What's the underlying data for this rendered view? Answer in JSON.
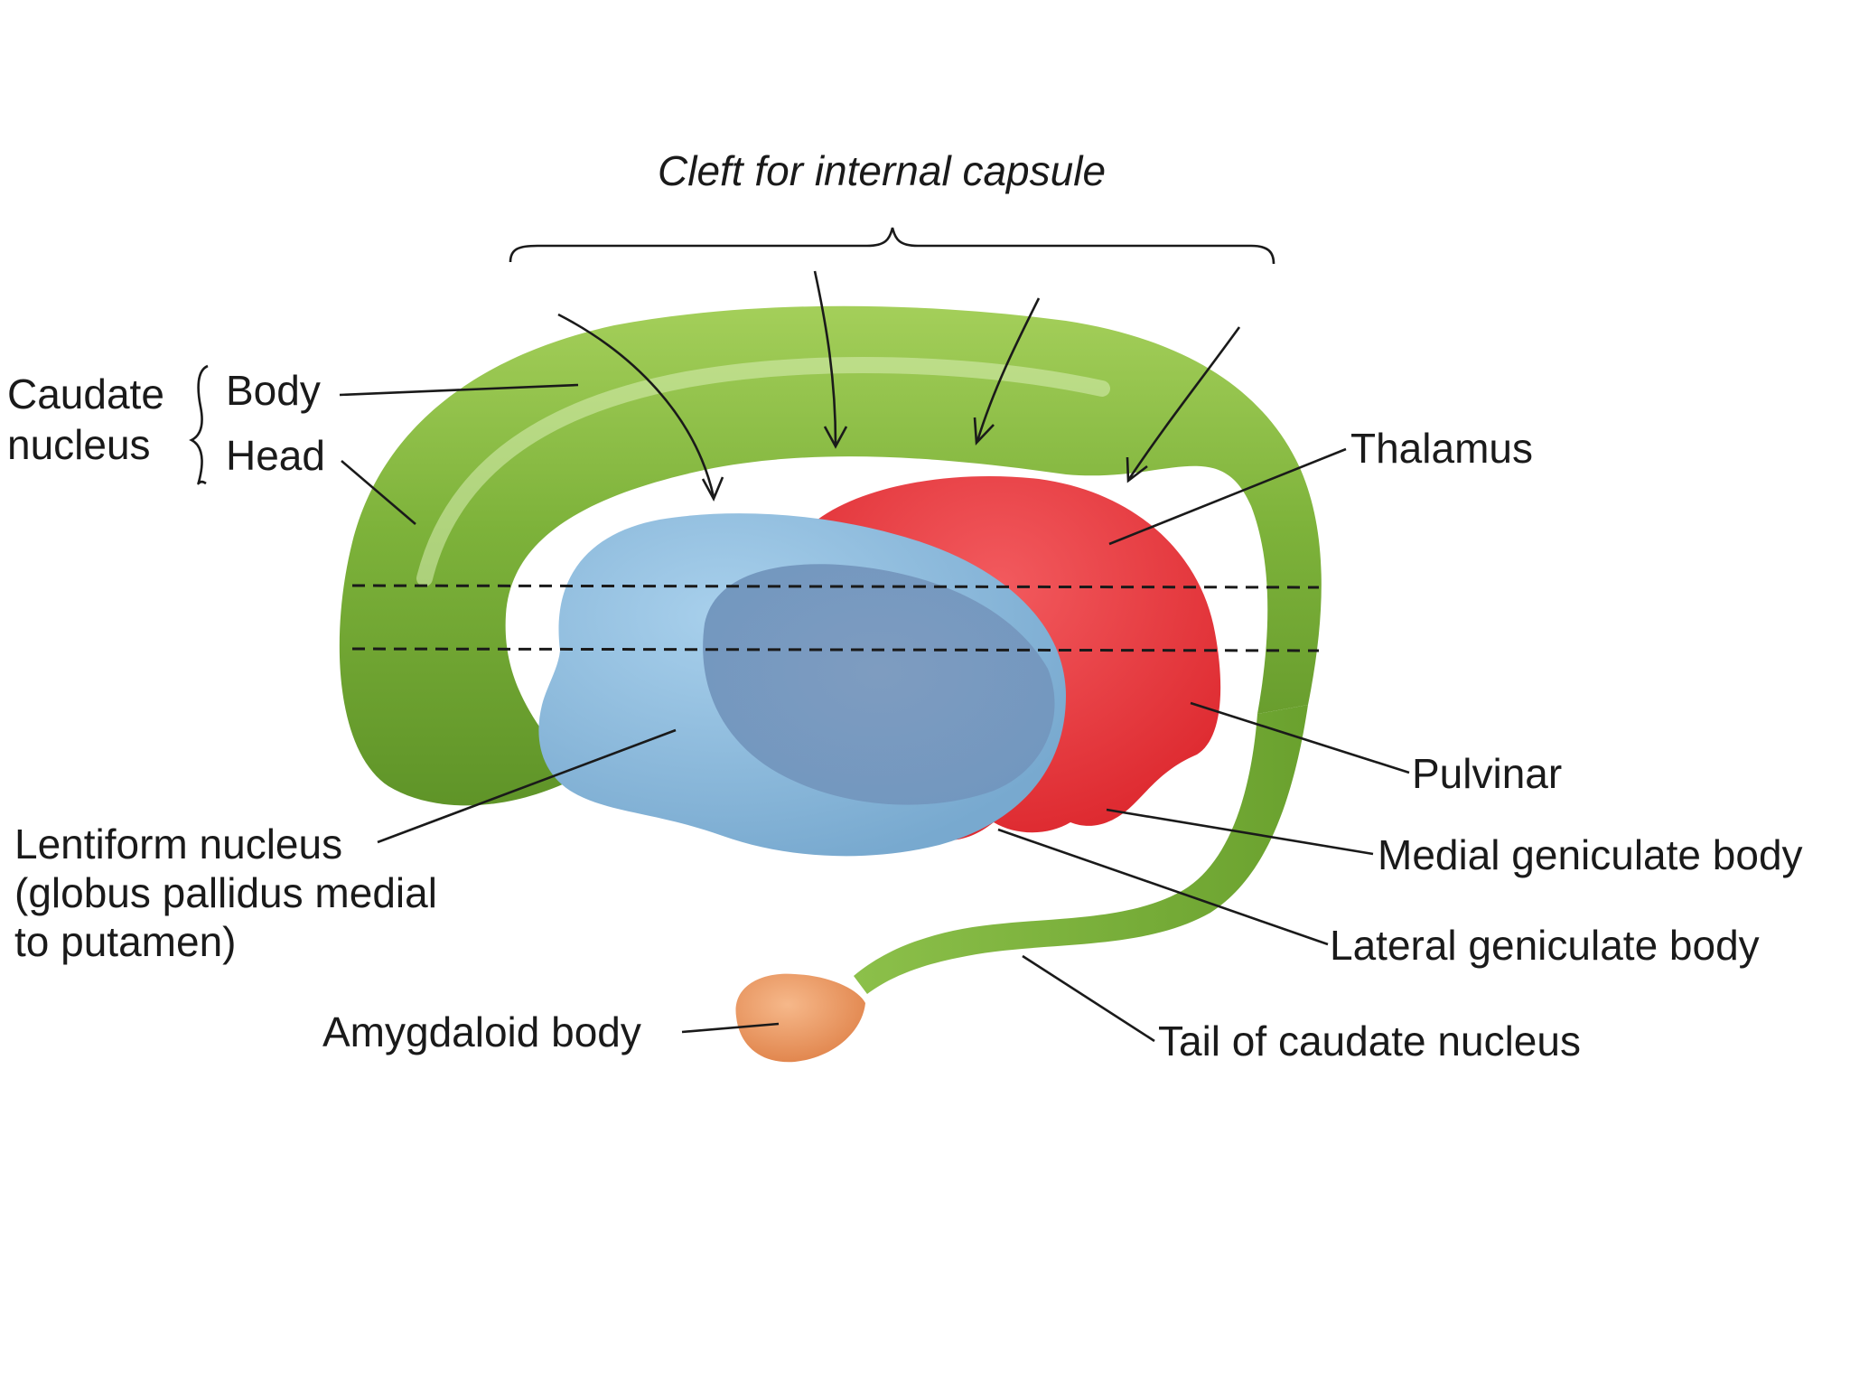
{
  "labels": {
    "cleft": "Cleft for internal capsule",
    "caudate_line1": "Caudate",
    "caudate_line2": "nucleus",
    "body": "Body",
    "head": "Head",
    "thalamus": "Thalamus",
    "pulvinar": "Pulvinar",
    "medial_geniculate": "Medial geniculate body",
    "lateral_geniculate": "Lateral geniculate body",
    "tail": "Tail of caudate nucleus",
    "lentiform_line1": "Lentiform nucleus",
    "lentiform_line2": "(globus pallidus medial",
    "lentiform_line3": "to putamen)",
    "amygdaloid": "Amygdaloid body"
  },
  "colors": {
    "caudate": "#7db23a",
    "thalamus": "#e8343a",
    "lentiform": "#86b7d9",
    "amygdala": "#e8935a"
  }
}
